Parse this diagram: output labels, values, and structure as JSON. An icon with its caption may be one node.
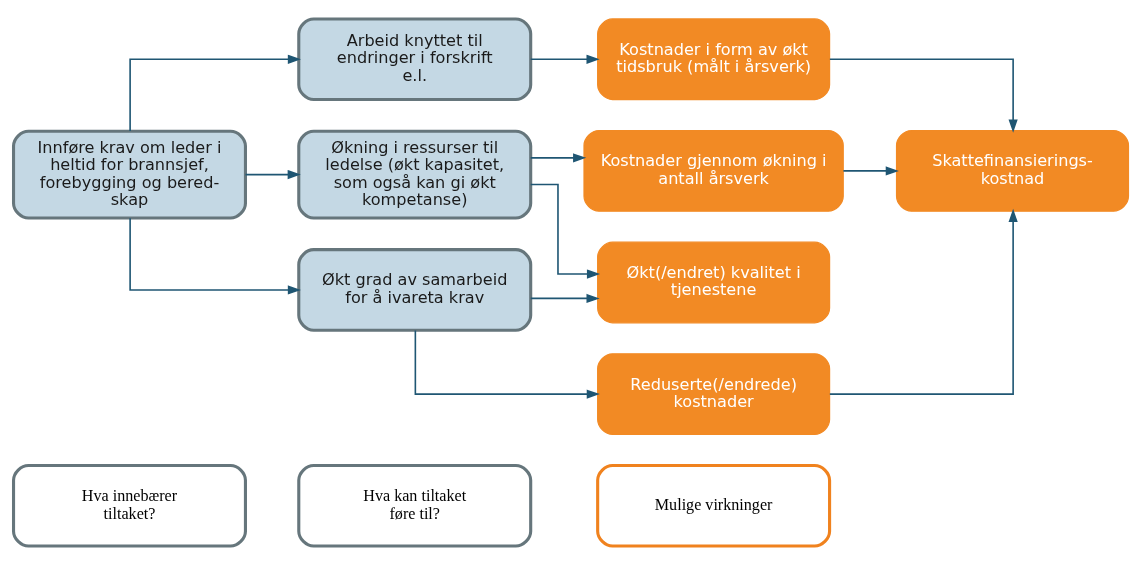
{
  "diagram": {
    "nodes": [
      {
        "text": [
          "Hva innebærer tiltaket?"
        ]
      },
      {
        "text": [
          "Hva kan tiltaket føre til?"
        ]
      },
      {
        "text": [
          "Mulige virkninger"
        ]
      },
      {
        "text": [
          "Innføre krav om leder i heltid for brannsjef, forebygging og bered-skap"
        ]
      },
      {
        "text": [
          "Arbeid knyttet til endringer i forskrift e.l."
        ]
      },
      {
        "text": [
          "Økning i ressurser til ledelse (økt kapasitet, som også kan gi økt kompetanse)"
        ]
      },
      {
        "text": [
          "Økt grad av samarbeid for å ivareta krav"
        ]
      },
      {
        "text": [
          "Kostnader i form av økt tidsbruk (målt i årsverk)"
        ]
      },
      {
        "text": [
          "Kostnader gjennom økning i antall årsverk"
        ]
      },
      {
        "text": [
          "Økt(/endret) kvalitet i tjenestene"
        ]
      },
      {
        "text": [
          "Reduserte(/endrede) kostnader"
        ]
      },
      {
        "text": [
          "Skattefinansierings-kostnad"
        ]
      }
    ],
    "edges": [
      {
        "from": 3,
        "to": 4,
        "arrow": "to"
      },
      {
        "from": 3,
        "to": 5,
        "arrow": "to"
      },
      {
        "from": 3,
        "to": 6,
        "arrow": "to"
      },
      {
        "from": 4,
        "to": 7,
        "arrow": "to"
      },
      {
        "from": 5,
        "to": 8,
        "arrow": "to"
      },
      {
        "from": 5,
        "to": 9,
        "arrow": "to"
      },
      {
        "from": 6,
        "to": 9,
        "arrow": "to"
      },
      {
        "from": 6,
        "to": 10,
        "arrow": "to"
      },
      {
        "from": 7,
        "to": 11,
        "arrow": "to"
      },
      {
        "from": 8,
        "to": 11,
        "arrow": "to"
      },
      {
        "from": 10,
        "to": 11,
        "arrow": "to"
      }
    ]
  }
}
